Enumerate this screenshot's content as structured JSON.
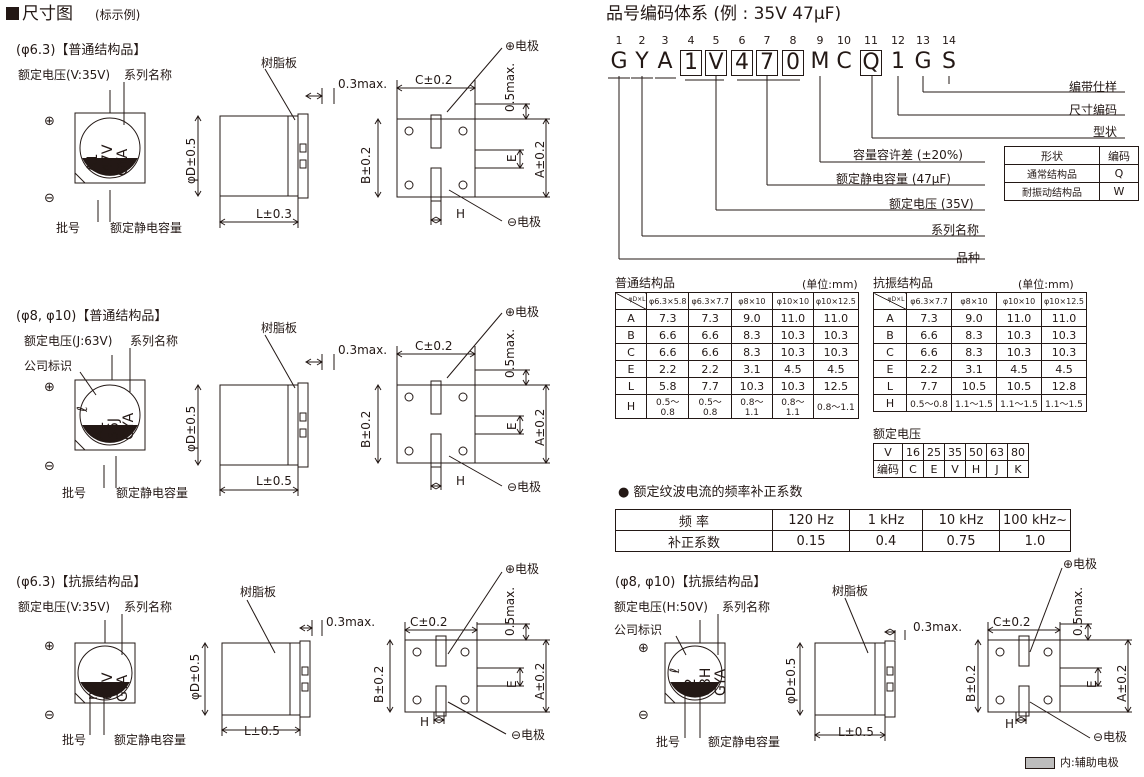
{
  "left": {
    "title": "尺寸图",
    "title_note": "(标示例)",
    "sections": [
      {
        "heading": "(φ6.3)【普通结构品】",
        "rated_voltage": "额定电压(V:35V)",
        "series_name": "系列名称",
        "cap_text": [
          "A1",
          "47V",
          "GYA"
        ],
        "lot": "批号",
        "capacitance": "额定静电容量",
        "resin": "树脂板",
        "max03": "0.3max.",
        "C": "C±0.2",
        "B": "B±0.2",
        "A": "A±0.2",
        "max05": "0.5max.",
        "E": "E",
        "H": "H",
        "D": "φD±0.5",
        "L": "L±0.3",
        "pos": "⊕电极",
        "neg": "⊖电极",
        "plus": "⊕",
        "minus": "⊖"
      },
      {
        "heading": "(φ8, φ10)【普通结构品】",
        "rated_voltage": "额定电压(J:63V)",
        "series_name": "系列名称",
        "company": "公司标识",
        "cap_text": [
          "A1",
          "56J",
          "GYA"
        ],
        "lot": "批号",
        "capacitance": "额定静电容量",
        "resin": "树脂板",
        "max03": "0.3max.",
        "C": "C±0.2",
        "B": "B±0.2",
        "A": "A±0.2",
        "max05": "0.5max.",
        "E": "E",
        "H": "H",
        "D": "φD±0.5",
        "L": "L±0.5",
        "pos": "⊕电极",
        "neg": "⊖电极",
        "plus": "⊕",
        "minus": "⊖"
      },
      {
        "heading": "(φ6.3)【抗振结构品】",
        "rated_voltage": "额定电压(V:35V)",
        "series_name": "系列名称",
        "cap_text": [
          "n2",
          "68V",
          "GYA"
        ],
        "lot": "批号",
        "capacitance": "额定静电容量",
        "resin": "树脂板",
        "max03": "0.3max.",
        "C": "C±0.2",
        "B": "B±0.2",
        "A": "A±0.2",
        "max05": "0.5max.",
        "E": "E",
        "H": "H",
        "D": "φD±0.5",
        "L": "L±0.5",
        "pos": "⊕电极",
        "neg": "⊖电极",
        "plus": "⊕",
        "minus": "⊖"
      }
    ]
  },
  "right": {
    "code_title": "品号编码体系 (例 : 35V 47μF)",
    "code_numbers": [
      "1",
      "2",
      "3",
      "4",
      "5",
      "6",
      "7",
      "8",
      "9",
      "10",
      "11",
      "12",
      "13",
      "14"
    ],
    "code_chars": [
      "G",
      "Y",
      "A",
      "1",
      "V",
      "4",
      "7",
      "0",
      "M",
      "C",
      "Q",
      "1",
      "G",
      "S"
    ],
    "code_labels": [
      "编带仕样",
      "尺寸编码",
      "型状",
      "容量容许差 (±20%)",
      "额定静电容量 (47μF)",
      "额定电压 (35V)",
      "系列名称",
      "品种"
    ],
    "shape_table": {
      "headers": [
        "形状",
        "编码"
      ],
      "rows": [
        [
          "通常结构品",
          "Q"
        ],
        [
          "耐振动结构品",
          "W"
        ]
      ]
    },
    "std_table": {
      "title": "普通结构品",
      "unit": "(单位:mm)",
      "corner": "φD×L",
      "cols": [
        "φ6.3×5.8",
        "φ6.3×7.7",
        "φ8×10",
        "φ10×10",
        "φ10×12.5"
      ],
      "rows": [
        [
          "A",
          "7.3",
          "7.3",
          "9.0",
          "11.0",
          "11.0"
        ],
        [
          "B",
          "6.6",
          "6.6",
          "8.3",
          "10.3",
          "10.3"
        ],
        [
          "C",
          "6.6",
          "6.6",
          "8.3",
          "10.3",
          "10.3"
        ],
        [
          "E",
          "2.2",
          "2.2",
          "3.1",
          "4.5",
          "4.5"
        ],
        [
          "L",
          "5.8",
          "7.7",
          "10.3",
          "10.3",
          "12.5"
        ],
        [
          "H",
          "0.5～0.8",
          "0.5～0.8",
          "0.8～1.1",
          "0.8～1.1",
          "0.8～1.1"
        ]
      ]
    },
    "vib_table": {
      "title": "抗振结构品",
      "unit": "(单位:mm)",
      "corner": "φD×L",
      "cols": [
        "φ6.3×7.7",
        "φ8×10",
        "φ10×10",
        "φ10×12.5"
      ],
      "rows": [
        [
          "A",
          "7.3",
          "9.0",
          "11.0",
          "11.0"
        ],
        [
          "B",
          "6.6",
          "8.3",
          "10.3",
          "10.3"
        ],
        [
          "C",
          "6.6",
          "8.3",
          "10.3",
          "10.3"
        ],
        [
          "E",
          "2.2",
          "3.1",
          "4.5",
          "4.5"
        ],
        [
          "L",
          "7.7",
          "10.5",
          "10.5",
          "12.8"
        ],
        [
          "H",
          "0.5～0.8",
          "1.1～1.5",
          "1.1～1.5",
          "1.1～1.5"
        ]
      ]
    },
    "voltage_table": {
      "title": "额定电压",
      "rows": [
        [
          "V",
          "16",
          "25",
          "35",
          "50",
          "63",
          "80"
        ],
        [
          "编码",
          "C",
          "E",
          "V",
          "H",
          "J",
          "K"
        ]
      ]
    },
    "freq_title": "● 额定纹波电流的频率补正系数",
    "freq_table": {
      "rows": [
        [
          "频 率",
          "120 Hz",
          "1 kHz",
          "10 kHz",
          "100 kHz~"
        ],
        [
          "补正系数",
          "0.15",
          "0.4",
          "0.75",
          "1.0"
        ]
      ]
    },
    "vib_section": {
      "heading": "(φ8, φ10)【抗振结构品】",
      "rated_voltage": "额定电压(H:50V)",
      "series_name": "系列名称",
      "company": "公司标识",
      "cap_text": [
        "n2",
        "68H",
        "GYA"
      ],
      "lot": "批号",
      "capacitance": "额定静电容量",
      "resin": "树脂板",
      "max03": "0.3max.",
      "C": "C±0.2",
      "B": "B±0.2",
      "A": "A±0.2",
      "max05": "0.5max.",
      "E": "E",
      "H": "H",
      "D": "φD±0.5",
      "L": "L±0.5",
      "pos": "⊕电极",
      "neg": "⊖电极",
      "plus": "⊕",
      "minus": "⊖"
    },
    "aux_legend": "内:辅助电极"
  }
}
